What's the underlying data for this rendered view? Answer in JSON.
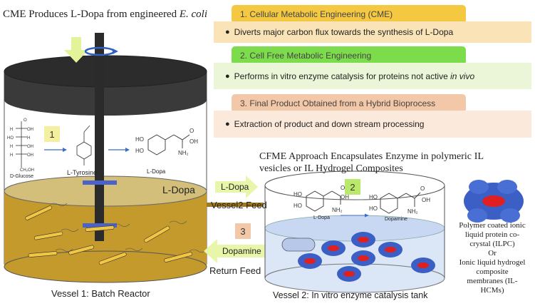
{
  "main_title": {
    "prefix": "CME Produces L-Dopa from engineered ",
    "italic": "E. coli"
  },
  "steps": [
    {
      "number": "1.",
      "title": "Cellular Metabolic Engineering (CME)",
      "bullet": "Diverts major carbon flux towards the synthesis of L-Dopa"
    },
    {
      "number": "2.",
      "title": "Cell Free Metabolic Engineering",
      "bullet_prefix": "Performs in vitro enzyme catalysis for proteins not active ",
      "bullet_italic": "in vivo"
    },
    {
      "number": "3.",
      "title": "Final Product Obtained from a Hybrid Bioprocess",
      "bullet": "Extraction of product and down stream processing"
    }
  ],
  "vessel1": {
    "badge": "1",
    "glucose_label": "D-Glucose",
    "tyrosine_label": "L-Tyrosine",
    "ldopa_label": "L-Dopa",
    "layer_label": "L-Dopa",
    "caption": "Vessel 1: Batch Reactor"
  },
  "cfme_title": "CFME Approach Encapsulates Enzyme in polymeric IL vesicles or IL Hydrogel Composites",
  "feed": {
    "arrow_label": "L-Dopa",
    "text": "Vessel2 Feed"
  },
  "return": {
    "badge": "3",
    "arrow_label": "Dopamine",
    "text": "Return Feed"
  },
  "vessel2": {
    "badge": "2",
    "ldopa_label": "L-Dopa",
    "dopamine_label": "Dopamine",
    "caption": "Vessel 2: In vitro enzyme catalysis tank"
  },
  "ilpc_text": [
    "Polymer coated ionic",
    "liquid protein co-",
    "crystal (ILPC)",
    "Or",
    "Ionic liquid hydrogel",
    "composite",
    "membranes (IL-",
    "HCMs)"
  ],
  "colors": {
    "step1_head": "#f5c842",
    "step1_body": "#fbe3b8",
    "step2_head": "#7ddc4c",
    "step2_body": "#ebf6d8",
    "step3_head": "#f3c8a8",
    "step3_body": "#fbe9dc",
    "lid": "#3a3a3a",
    "broth": "#c49a2c",
    "ldopa_layer": "#d4bf7a",
    "arrow_fill": "#e7f6a8",
    "badge": "#f5f0a0",
    "shaft": "#2b2b2b",
    "crystal": "#3b5fc4",
    "crystal_core": "#e02020"
  }
}
